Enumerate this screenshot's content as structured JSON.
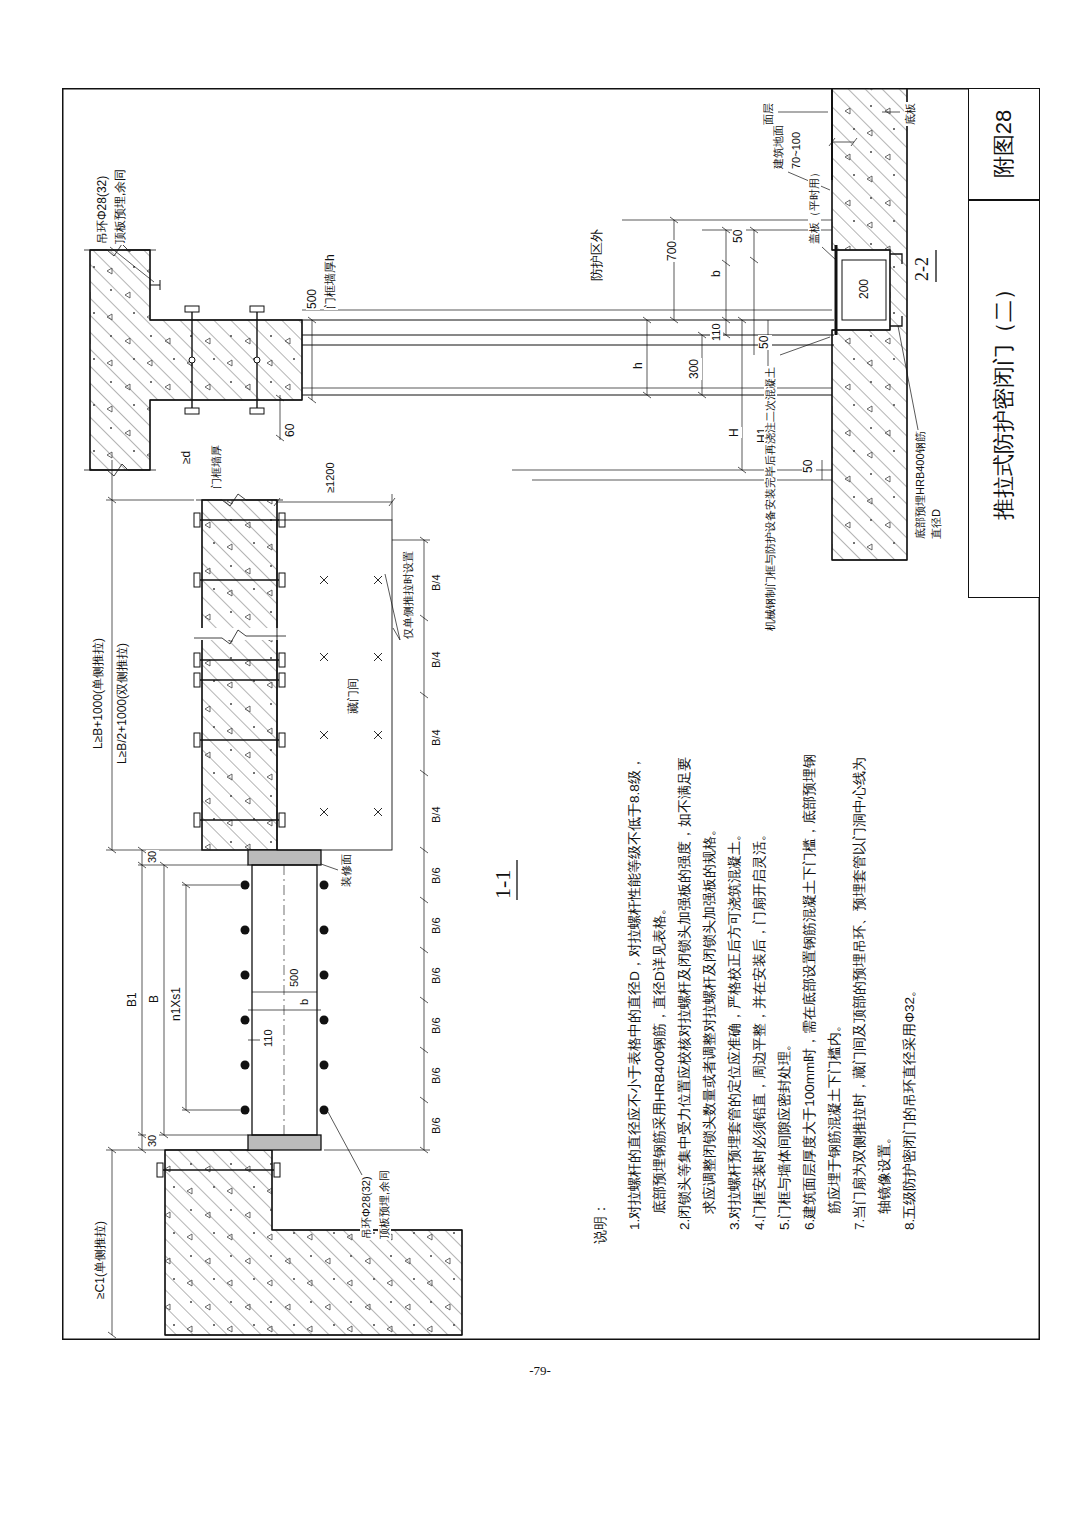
{
  "diagram": {
    "nodes": [
      {
        "text": [
          "推拉式防护密闭门（二）"
        ]
      },
      {
        "text": [
          "附图28"
        ]
      }
    ],
    "labels": [
      "吊环Φ28(32)",
      "顶板预埋,余同",
      "500",
      "门框墙厚h",
      "60",
      "≥d",
      "防护区外",
      "h",
      "700",
      "300",
      "b",
      "110",
      "50",
      "50",
      "H",
      "H1",
      "50",
      "200",
      "建筑地面",
      "70~100",
      "面层",
      "底板",
      "盖板（平时用）",
      "机械钢制门框与防护设备安装完毕后再浇注二次混凝土",
      "底部预埋HRB400钢筋",
      "直径D",
      "2-2",
      "L≥B+1000(单侧推拉)",
      "L≥B/2+1000(双侧推拉)",
      "B1",
      "B",
      "n1Xs1",
      "30",
      "30",
      "≥C1(单侧推拉)",
      "110",
      "500",
      "b",
      "吊环Φ28(32)",
      "顶板预埋,余同",
      "装修面",
      "藏门间",
      "仅单侧推拉时设置",
      "B/4",
      "B/4",
      "B/4",
      "B/4",
      "B/6",
      "B/6",
      "B/6",
      "B/6",
      "B/6",
      "B/6",
      "≥1200",
      "门框墙厚",
      "1-1",
      "说明：",
      "1.对拉螺杆的直径应不小于表格中的直径D，对拉螺杆性能等级不低于8.8级，底部预埋钢筋采用HRB400钢筋，直径D详见表格。",
      "2.闭锁头等集中受力位置应校核对拉螺杆及闭锁头加强板的强度，如不满足要求应调整闭锁头数量或者调整对拉螺杆及闭锁头加强板的规格。",
      "3.对拉螺杆预埋套管的定位应准确，严格校正后方可浇筑混凝土。",
      "4.门框安装时必须铅直，周边平整，并在安装后，门扇开启灵活。",
      "5.门框与墙体间隙应密封处理。",
      "6.建筑面层厚度大于100mm时，需在底部设置钢筋混凝土下门槛，底部预埋钢筋应埋于钢筋混凝土下门槛内。",
      "7.当门扇为双侧推拉时，藏门间及顶部的预埋吊环、预埋套管以门洞中心线为轴镜像设置。",
      "8.五级防护密闭门的吊环直径采用Φ32。",
      "-79-"
    ]
  }
}
